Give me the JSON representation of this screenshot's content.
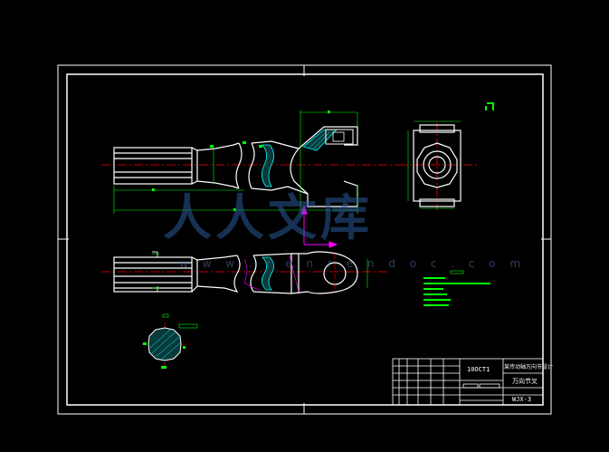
{
  "title_block": {
    "scale": "10ОСТ1",
    "part_name": "万向节叉",
    "title": "某传动轴万向节设计",
    "drawing_no": "WJX-3"
  },
  "watermark": {
    "text": "人人文库",
    "url": "w w w . r e n r e n d o c . c o m"
  },
  "colors": {
    "background": "#000000",
    "outline": "#ffffff",
    "dimension": "#00ff00",
    "centerline": "#ff0000",
    "hatch": "#00ffff",
    "axis": "#ff00ff"
  }
}
